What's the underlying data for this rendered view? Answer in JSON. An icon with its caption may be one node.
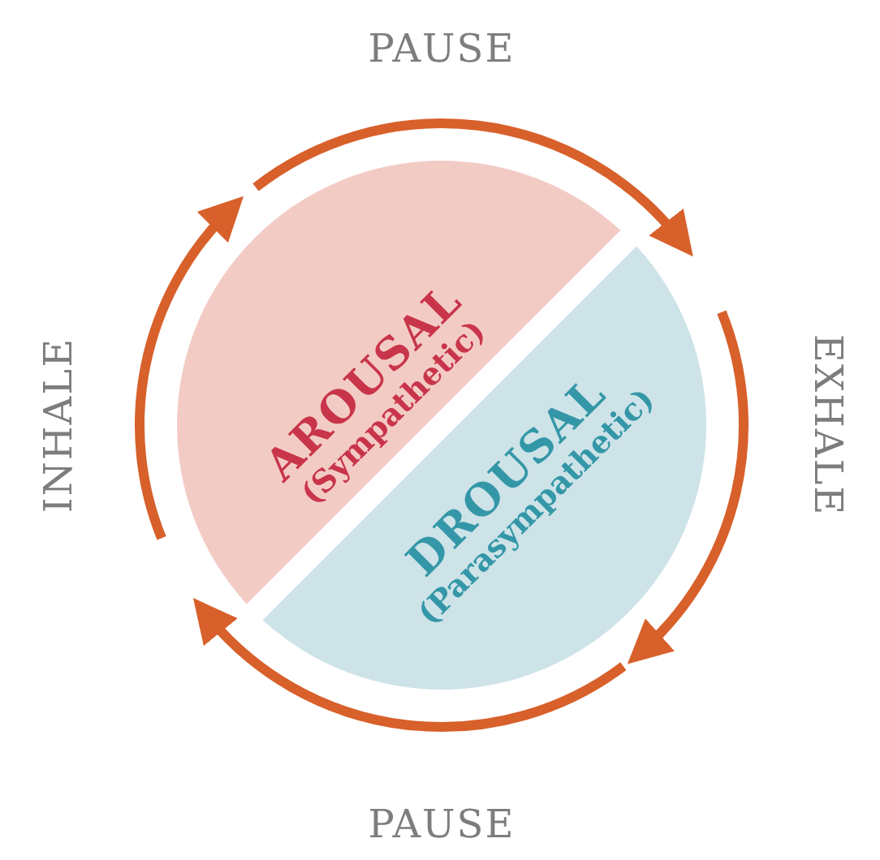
{
  "diagram": {
    "nodes": [
      {
        "text": [
          "AROUSAL",
          "(Sympathetic)"
        ]
      },
      {
        "text": [
          "DROUSAL",
          "(Parasympathetic)"
        ]
      }
    ],
    "labels": [
      "PAUSE",
      "INHALE",
      "EXHALE",
      "PAUSE"
    ]
  }
}
